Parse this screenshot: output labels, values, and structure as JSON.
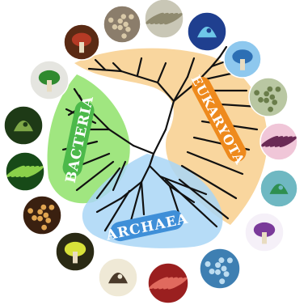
{
  "title": "",
  "domains": [
    {
      "id": "bacteria",
      "label": "BACTERIA",
      "color": "#8fe26a",
      "label_bg": "#4cb94a"
    },
    {
      "id": "archaea",
      "label": "ARCHAEA",
      "color": "#a9d6f6",
      "label_bg": "#3f8fd8"
    },
    {
      "id": "eukaryota",
      "label": "EUKARYOTA",
      "color": "#f8cf8d",
      "label_bg": "#ee8a1d"
    }
  ],
  "organism_images": [
    {
      "name": "mushroom",
      "bg": "#5a2a14",
      "fg": "#b43a25"
    },
    {
      "name": "starfish",
      "bg": "#8b7d6b",
      "fg": "#d9c9a8"
    },
    {
      "name": "plant-tissue",
      "bg": "#c9c7b6",
      "fg": "#8f8a6f"
    },
    {
      "name": "diatom",
      "bg": "#1f3f8f",
      "fg": "#6ec7e8"
    },
    {
      "name": "protist-blue",
      "bg": "#8ec8ee",
      "fg": "#2d6fb4"
    },
    {
      "name": "cell-green",
      "bg": "#b9c7a2",
      "fg": "#6a7d4a"
    },
    {
      "name": "sperm-cells",
      "bg": "#f0c6d8",
      "fg": "#6a2a55"
    },
    {
      "name": "algae-green",
      "bg": "#6fb8c2",
      "fg": "#2e8f4f"
    },
    {
      "name": "trichomonas",
      "bg": "#f5f0f8",
      "fg": "#7a3a9a"
    },
    {
      "name": "archaea-blue",
      "bg": "#3e7fb2",
      "fg": "#bcdcf0"
    },
    {
      "name": "archaea-red",
      "bg": "#9a1f1f",
      "fg": "#e06a5e"
    },
    {
      "name": "archaea-cell",
      "bg": "#efe9d6",
      "fg": "#4a3a2a"
    },
    {
      "name": "bacteria-yellow",
      "bg": "#2a2a14",
      "fg": "#d8e23a"
    },
    {
      "name": "bacteria-orange",
      "bg": "#3a2010",
      "fg": "#e0a450"
    },
    {
      "name": "bacteria-green",
      "bg": "#174a18",
      "fg": "#8ad04a"
    },
    {
      "name": "cyanobacteria",
      "bg": "#1e3a16",
      "fg": "#7fa848"
    },
    {
      "name": "bacteria-rod",
      "bg": "#e5e5e0",
      "fg": "#2f8a2f"
    }
  ]
}
